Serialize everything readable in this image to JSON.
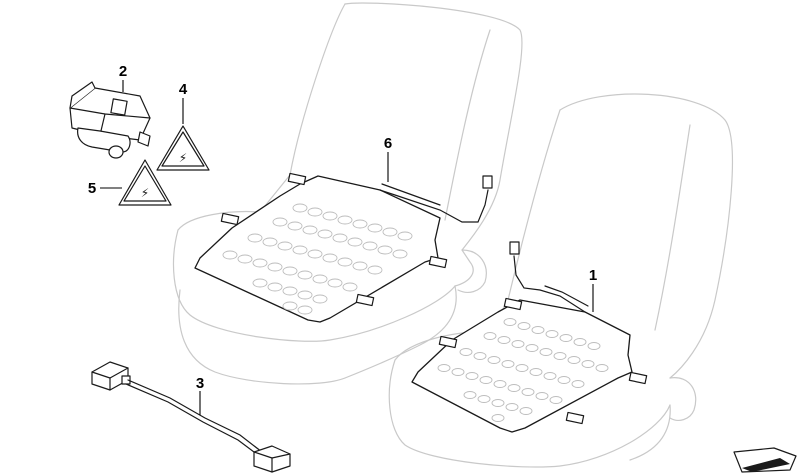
{
  "callouts": {
    "c1": "1",
    "c2": "2",
    "c3": "3",
    "c4": "4",
    "c5": "5",
    "c6": "6"
  },
  "colors": {
    "line": "#1a1a1a",
    "seat_outline": "#c9c9c9",
    "mat_cells": "#bdbdbd",
    "background": "#ffffff"
  }
}
